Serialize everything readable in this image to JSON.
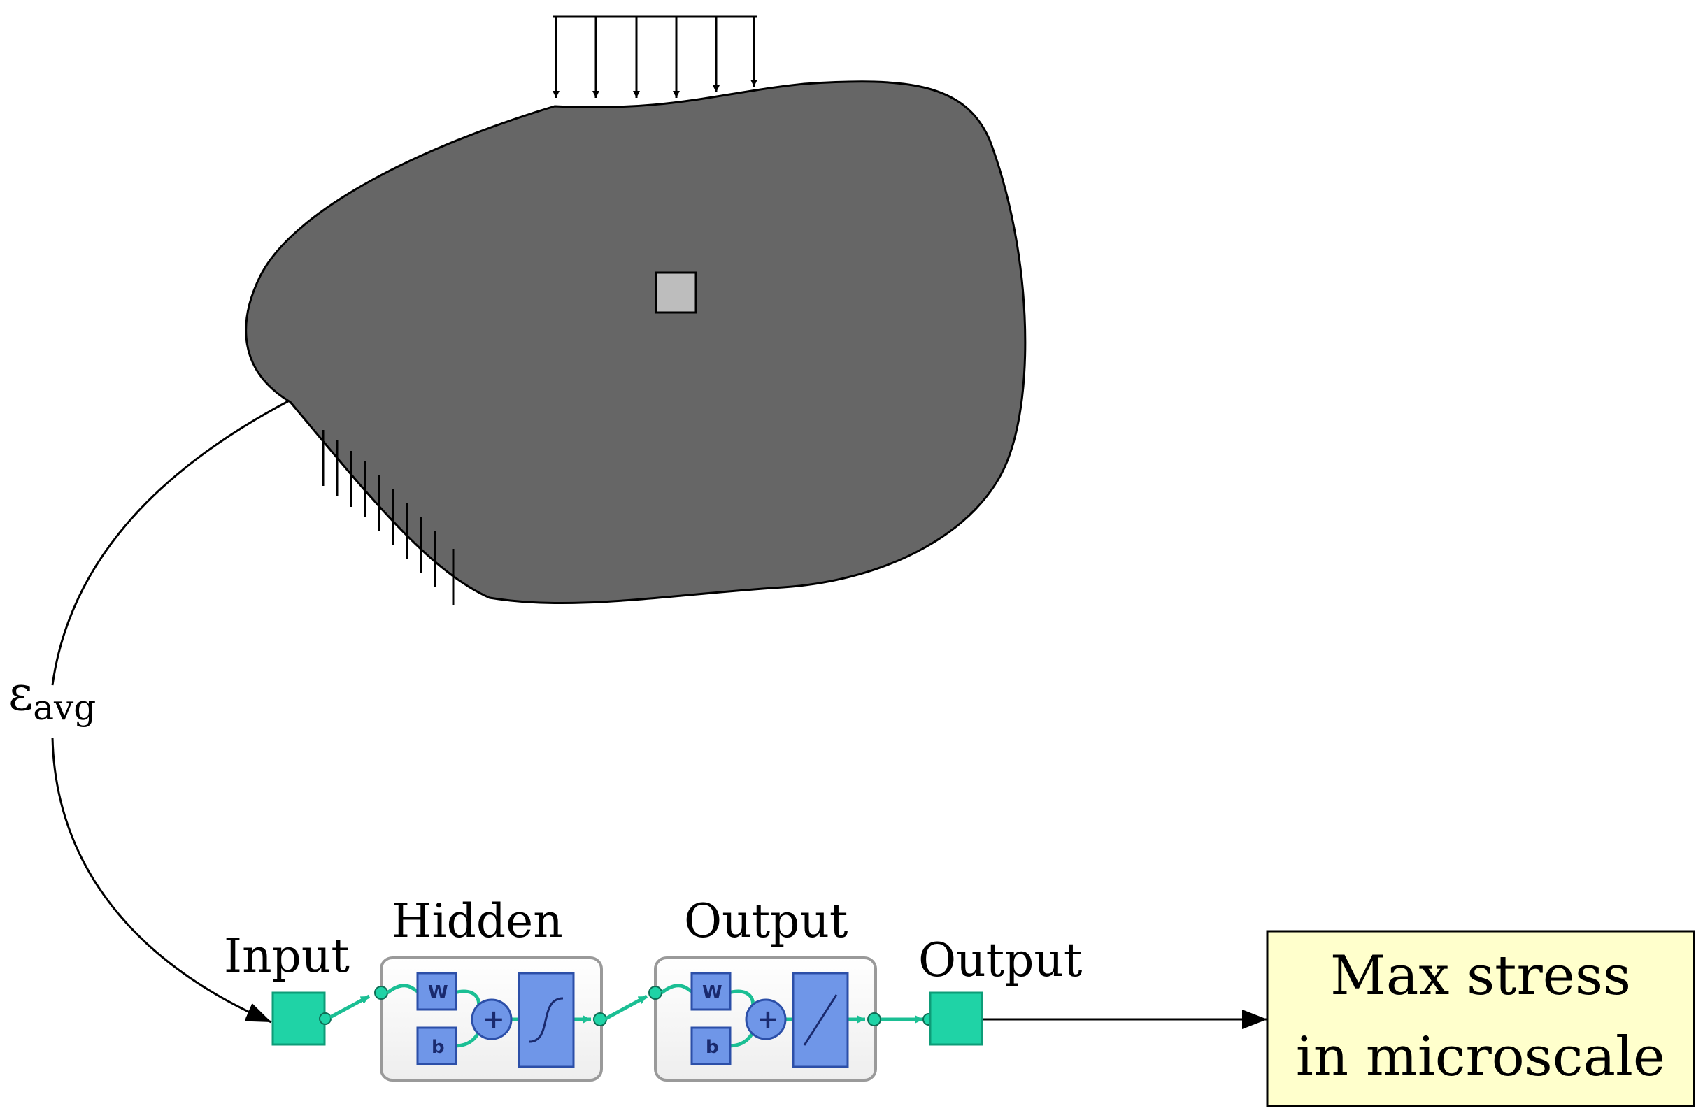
{
  "strain_label": {
    "symbol": "ε",
    "subscript": "avg"
  },
  "network": {
    "input_label": "Input",
    "hidden_label": "Hidden",
    "output_layer_label": "Output",
    "output_label": "Output",
    "weight_icon_text": "W",
    "bias_icon_text": "b",
    "sum_icon_text": "+"
  },
  "result_box": {
    "line1": "Max stress",
    "line2": "in microscale"
  },
  "colors": {
    "body_fill": "#666666",
    "rve_fill": "#bdbdbd",
    "node_fill": "#1fd3a6",
    "block_fill": "#6f96e8",
    "result_box_fill": "#ffffcc"
  }
}
